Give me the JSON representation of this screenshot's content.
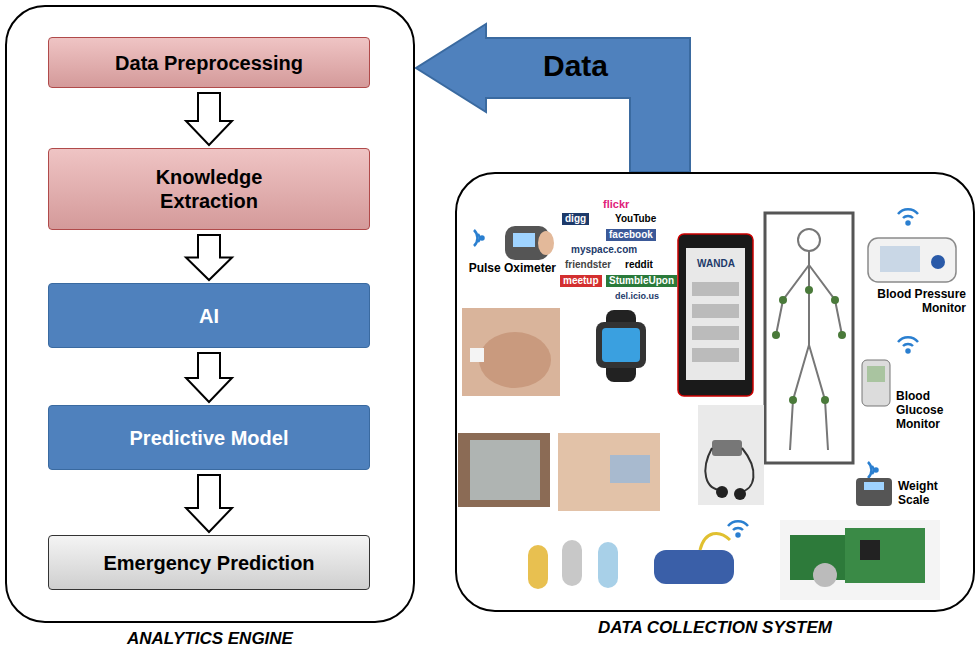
{
  "diagram": {
    "nodes": [
      {
        "text": [
          "ANALYTICS ENGINE"
        ]
      },
      {
        "text": [
          "Data Preprocessing"
        ],
        "in": 0
      },
      {
        "text": [
          "Knowledge Extraction"
        ],
        "in": 0
      },
      {
        "text": [
          "AI"
        ],
        "in": 0
      },
      {
        "text": [
          "Predictive Model"
        ],
        "in": 0
      },
      {
        "text": [
          "Emergency Prediction"
        ],
        "in": 0
      },
      {
        "text": [
          "DATA COLLECTION SYSTEM"
        ]
      }
    ],
    "edges": [
      {
        "from": 1,
        "to": 2,
        "arrow": "to"
      },
      {
        "from": 2,
        "to": 3,
        "arrow": "to"
      },
      {
        "from": 3,
        "to": 4,
        "arrow": "to"
      },
      {
        "from": 4,
        "to": 5,
        "arrow": "to"
      },
      {
        "from": 6,
        "to": 0,
        "label": "Data",
        "arrow": "to"
      }
    ],
    "labels": [
      "Pulse Oximeter",
      "Blood Pressure Monitor",
      "Blood Glucose Monitor",
      "Weight Scale",
      "flickr",
      "digg",
      "YouTube",
      "facebook",
      "myspace.com",
      "friendster",
      "reddit",
      "StumbleUpon",
      "meetup",
      "del.icio.us",
      "WANDA"
    ]
  }
}
